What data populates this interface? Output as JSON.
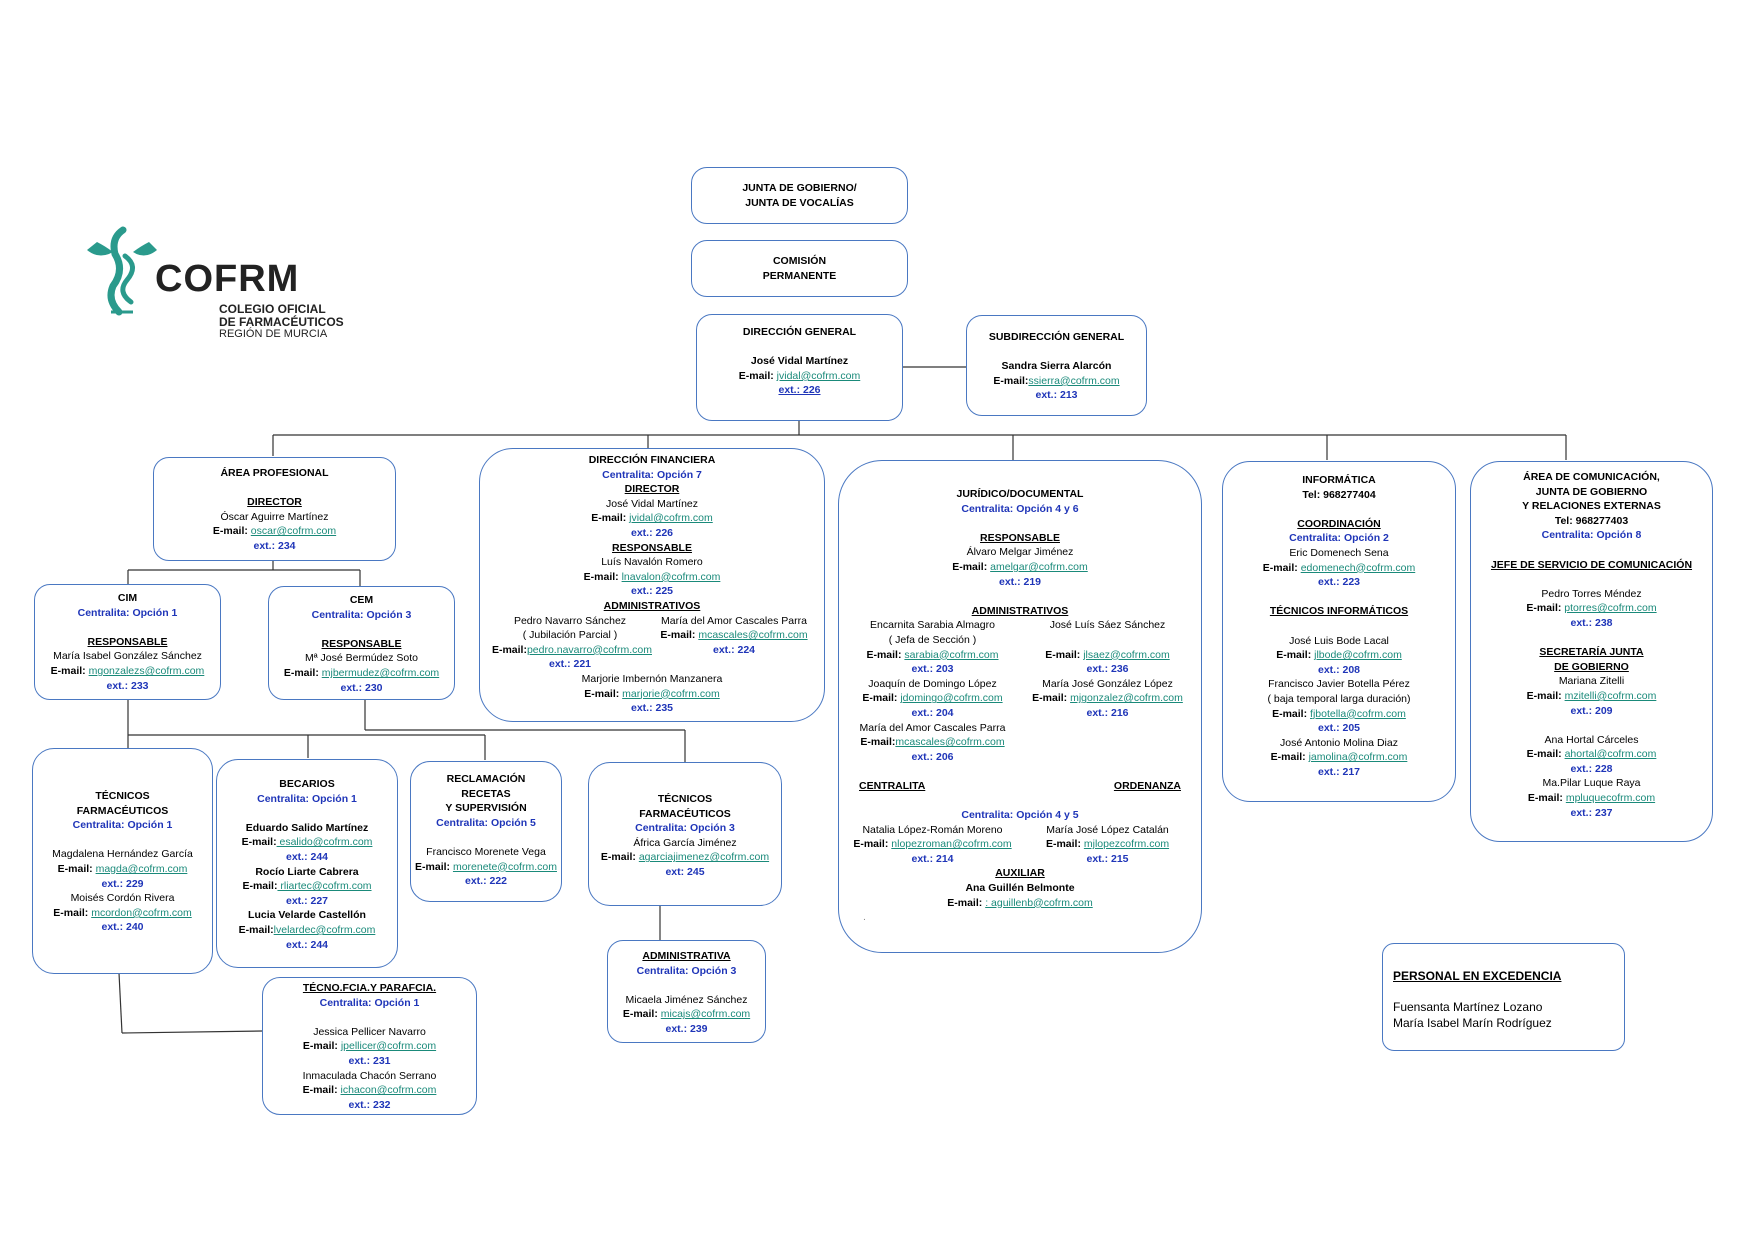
{
  "logo": {
    "name": "COFRM",
    "line1": "COLEGIO OFICIAL",
    "line2": "DE FARMACÉUTICOS",
    "line3": "REGIÓN DE MURCIA"
  },
  "labels": {
    "email": "E-mail:"
  },
  "colors": {
    "border": "#4a78c2",
    "accent": "#1f35b8",
    "email": "#1a8a7a"
  },
  "junta": {
    "line1": "JUNTA DE GOBIERNO/",
    "line2": "JUNTA DE VOCALÍAS"
  },
  "comision": {
    "line1": "COMISIÓN",
    "line2": "PERMANENTE"
  },
  "direccion": {
    "title": "DIRECCIÓN GENERAL",
    "name": "José Vidal Martínez",
    "email": "jvidal@cofrm.com",
    "ext": "ext.: 226"
  },
  "subdireccion": {
    "title": "SUBDIRECCIÓN  GENERAL",
    "name": "Sandra Sierra Alarcón",
    "email_label": "E-mail:",
    "email": "ssierra@cofrm.com",
    "ext": "ext.: 213"
  },
  "area_profesional": {
    "title": "ÁREA PROFESIONAL",
    "role": "DIRECTOR",
    "name": "Óscar Aguirre Martínez",
    "email": "oscar@cofrm.com",
    "ext": "ext.: 234"
  },
  "cim": {
    "title": "CIM",
    "centralita": "Centralita: Opción 1",
    "role": "RESPONSABLE",
    "name": "María Isabel González Sánchez",
    "email": "mgonzalezs@cofrm.com",
    "ext": "ext.: 233"
  },
  "cem": {
    "title": "CEM",
    "centralita": "Centralita: Opción 3",
    "role": "RESPONSABLE",
    "name": "Mª José Bermúdez Soto",
    "email": "mjbermudez@cofrm.com",
    "ext": "ext.: 230"
  },
  "financiera": {
    "title": "DIRECCIÓN  FINANCIERA",
    "centralita": "Centralita: Opción 7",
    "director_label": "DIRECTOR",
    "director_name": "José Vidal Martínez",
    "director_email": "jvidal@cofrm.com",
    "director_ext": "ext.: 226",
    "resp_label": "RESPONSABLE",
    "resp_name": "Luís Navalón Romero",
    "resp_email": "lnavalon@cofrm.com",
    "resp_ext": "ext.: 225",
    "admin_label": "ADMINISTRATIVOS",
    "a1_name": "Pedro Navarro Sánchez",
    "a1_note": "( Jubilación Parcial )",
    "a1_email": "pedro.navarro@cofrm.com",
    "a1_ext": "ext.: 221",
    "a2_name": "María del Amor Cascales Parra",
    "a2_email": "mcascales@cofrm.com",
    "a2_ext": "ext.:  224",
    "a3_name": "Marjorie Imbernón Manzanera",
    "a3_email": "marjorie@cofrm.com",
    "a3_ext": "ext.: 235"
  },
  "juridico": {
    "title": "JURÍDICO/DOCUMENTAL",
    "centralita": "Centralita: Opción 4 y 6",
    "resp_label": "RESPONSABLE",
    "resp_name": "Álvaro Melgar Jiménez",
    "resp_email": "amelgar@cofrm.com",
    "resp_ext": "ext.: 219",
    "admin_label": "ADMINISTRATIVOS",
    "a1_name": "Encarnita Sarabia Almagro",
    "a1_note": "( Jefa de Sección )",
    "a1_email": "sarabia@cofrm.com",
    "a1_ext": "ext.: 203",
    "a2_name": "José Luís Sáez Sánchez",
    "a2_email": "jlsaez@cofrm.com",
    "a2_ext": "ext.: 236",
    "a3_name": "Joaquín de Domingo López",
    "a3_email": "jdomingo@cofrm.com",
    "a3_ext": "ext.: 204",
    "a4_name": "María José González López",
    "a4_email": "mjgonzalez@cofrm.com",
    "a4_ext": "ext.: 216",
    "a5_name": "María del Amor Cascales Parra",
    "a5_email": "mcascales@cofrm.com",
    "a5_ext": "ext.: 206",
    "centralita_label": "CENTRALITA",
    "ordenanza_label": "ORDENANZA",
    "centralita2": "Centralita: Opción 4 y 5",
    "c1_name": "Natalia López-Román Moreno",
    "c1_email": "nlopezroman@cofrm.com",
    "c1_ext": "ext.: 214",
    "o1_name": "María José López Catalán",
    "o1_email": "mjlopezcofrm.com",
    "o1_ext": "ext.: 215",
    "aux_label": "AUXILIAR",
    "aux_name": "Ana Guillén Belmonte",
    "aux_email": ": aguillenb@cofrm.com",
    "dot": "."
  },
  "informatica": {
    "title": "INFORMÁTICA",
    "tel": "Tel: 968277404",
    "coord_label": "COORDINACIÓN",
    "centralita": "Centralita: Opción 2",
    "coord_name": "Eric Domenech Sena",
    "coord_email": "edomenech@cofrm.com",
    "coord_ext": "ext.: 223",
    "tec_label": "TÉCNICOS INFORMÁTICOS",
    "t1_name": "José Luis Bode Lacal",
    "t1_email": "jlbode@cofrm.com",
    "t1_ext": "ext.: 208",
    "t2_name": "Francisco Javier Botella Pérez",
    "t2_note": "( baja temporal larga duración)",
    "t2_email": "fjbotella@cofrm.com",
    "t2_ext": "ext.: 205",
    "t3_name": "José Antonio Molina Diaz",
    "t3_email": "jamolina@cofrm.com",
    "t3_ext": "ext.: 217"
  },
  "comunicacion": {
    "title1": "ÁREA DE COMUNICACIÓN,",
    "title2": "JUNTA DE GOBIERNO",
    "title3": "Y RELACIONES EXTERNAS",
    "tel": "Tel: 968277403",
    "centralita": "Centralita: Opción 8",
    "jefe_label": "JEFE DE SERVICIO DE COMUNICACIÓN",
    "jefe_name": "Pedro Torres Méndez",
    "jefe_email": "ptorres@cofrm.com",
    "jefe_ext": "ext.: 238",
    "sec_label1": "SECRETARÍA JUNTA",
    "sec_label2": " DE GOBIERNO",
    "s1_name": "Mariana Zitelli",
    "s1_email": "mzitelli@cofrm.com",
    "s1_ext": "ext.: 209",
    "s2_name": "Ana Hortal Cárceles",
    "s2_email": "ahortal@cofrm.com",
    "s2_ext": "ext.: 228",
    "s3_name": "Ma.Pilar Luque Raya",
    "s3_email": "mpluquecofrm.com",
    "s3_ext": "ext.: 237"
  },
  "tecnicos1": {
    "title1": "TÉCNICOS",
    "title2": "FARMACÉUTICOS",
    "centralita": "Centralita: Opción 1",
    "p1_name": "Magdalena Hernández García",
    "p1_email": "magda@cofrm.com",
    "p1_ext": "ext.: 229",
    "p2_name": "Moisés Cordón Rivera",
    "p2_email": "mcordon@cofrm.com",
    "p2_ext": "ext.: 240"
  },
  "becarios": {
    "title": "BECARIOS",
    "centralita": "Centralita: Opción 1",
    "p1_name": "Eduardo Salido Martínez",
    "p1_email": " esalido@cofrm.com",
    "p1_ext": "ext.: 244",
    "p2_name": "Rocío Liarte Cabrera",
    "p2_email": " rliartec@cofrm.com",
    "p2_ext": "ext.: 227",
    "p3_name": "Lucia Velarde Castellón",
    "p3_email": "lvelardec@cofrm.com",
    "p3_ext": "ext.: 244"
  },
  "reclamacion": {
    "title1": "RECLAMACIÓN",
    "title2": "RECETAS",
    "title3": "Y SUPERVISIÓN",
    "centralita": "Centralita: Opción 5",
    "p1_name": "Francisco Morenete Vega",
    "p1_email": "morenete@cofrm.com",
    "p1_ext": "ext.: 222"
  },
  "tecnicos2": {
    "title1": "TÉCNICOS",
    "title2": "FARMACÉUTICOS",
    "centralita": "Centralita: Opción 3",
    "p1_name": "África García Jiménez",
    "p1_email": "agarciajimenez@cofrm.com",
    "p1_ext": "ext: 245"
  },
  "administrativa": {
    "title": "ADMINISTRATIVA",
    "centralita": "Centralita: Opción 3",
    "p1_name": "Micaela Jiménez Sánchez",
    "p1_email": "micajs@cofrm.com",
    "p1_ext": "ext.: 239"
  },
  "tecnofcia": {
    "title": "TÉCNO.FCIA.Y PARAFCIA.",
    "centralita": "Centralita: Opción 1",
    "p1_name": "Jessica Pellicer Navarro",
    "p1_email": "jpellicer@cofrm.com",
    "p1_ext": "ext.: 231",
    "p2_name": "Inmaculada Chacón Serrano",
    "p2_email": "ichacon@cofrm.com",
    "p2_ext": "ext.: 232"
  },
  "excedencia": {
    "title": "PERSONAL  EN EXCEDENCIA",
    "p1": "Fuensanta Martínez Lozano",
    "p2": "María Isabel Marín Rodríguez"
  }
}
